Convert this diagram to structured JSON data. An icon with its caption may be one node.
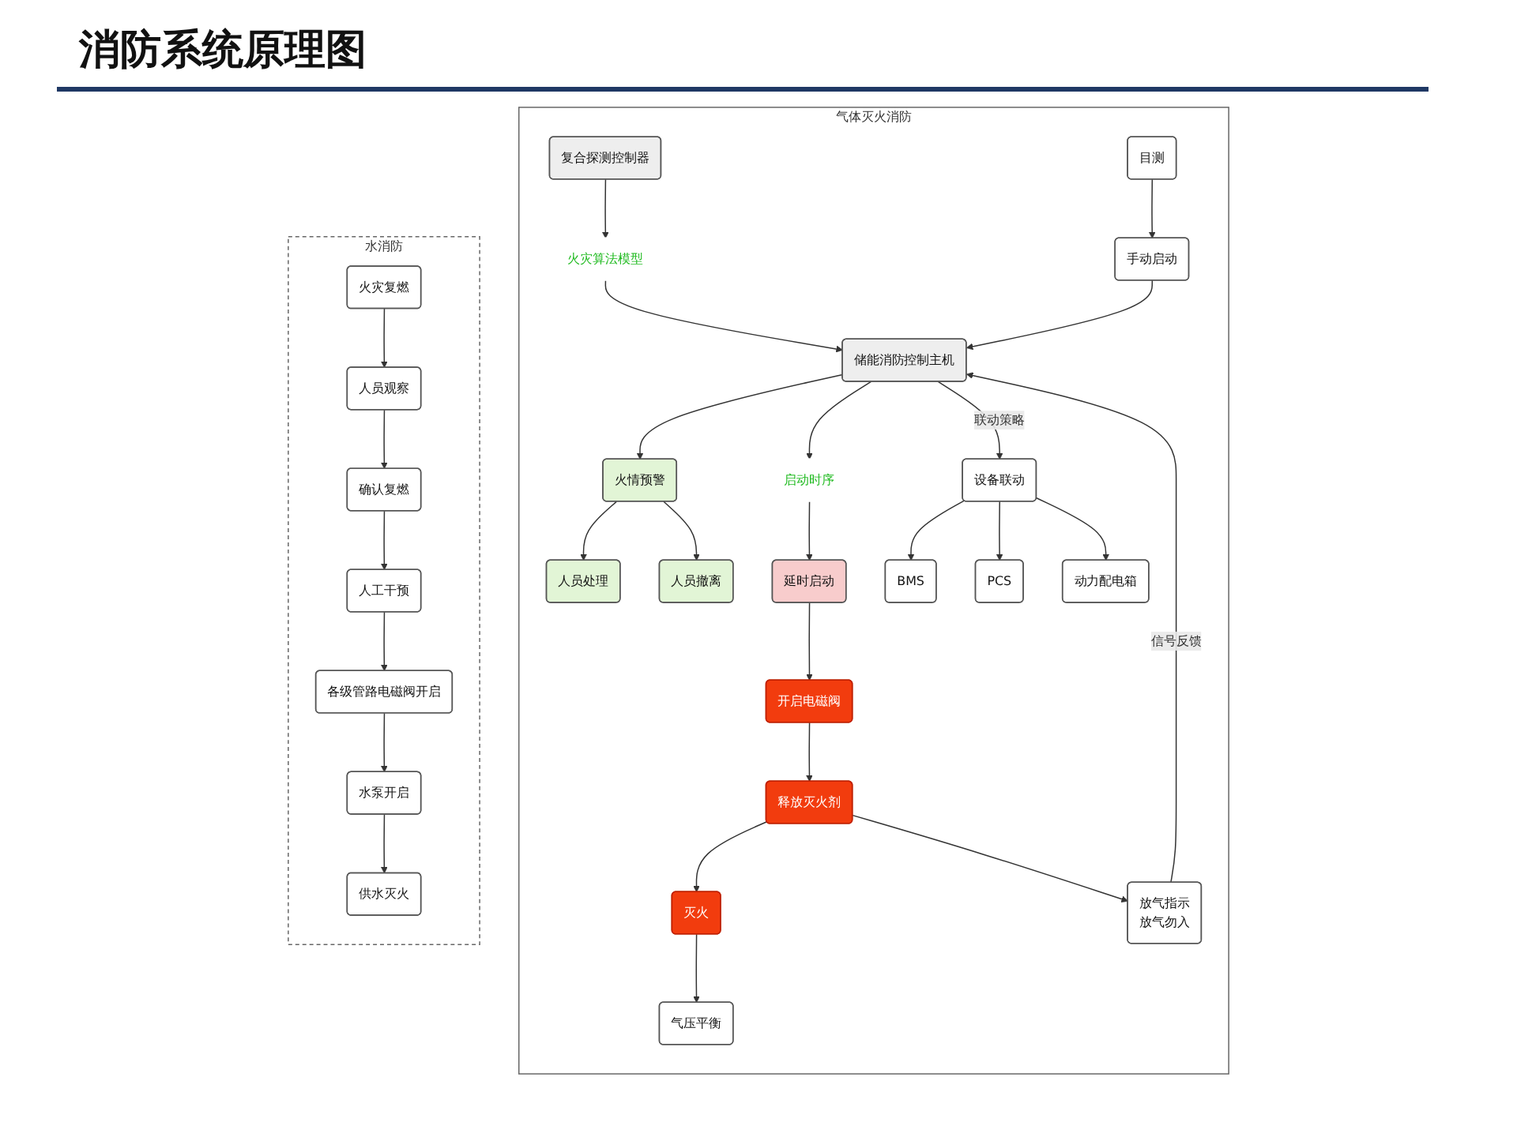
{
  "diagram": {
    "title": "消防系统原理图",
    "nodes": [
      {
        "text": [
          "气体灭火消防"
        ]
      },
      {
        "text": [
          "复合探测控制器"
        ],
        "in": 0
      },
      {
        "text": [
          "火灾算法模型"
        ],
        "in": 0
      },
      {
        "text": [
          "目测"
        ],
        "in": 0
      },
      {
        "text": [
          "手动启动"
        ],
        "in": 0
      },
      {
        "text": [
          "储能消防控制主机"
        ],
        "in": 0
      },
      {
        "text": [
          "火情预警"
        ],
        "in": 0
      },
      {
        "text": [
          "人员处理"
        ],
        "in": 0
      },
      {
        "text": [
          "人员撤离"
        ],
        "in": 0
      },
      {
        "text": [
          "启动时序"
        ],
        "in": 0
      },
      {
        "text": [
          "延时启动"
        ],
        "in": 0
      },
      {
        "text": [
          "开启电磁阀"
        ],
        "in": 0
      },
      {
        "text": [
          "释放灭火剂"
        ],
        "in": 0
      },
      {
        "text": [
          "灭火"
        ],
        "in": 0
      },
      {
        "text": [
          "设备联动"
        ],
        "in": 0
      },
      {
        "text": [
          "BMS"
        ],
        "in": 0
      },
      {
        "text": [
          "PCS"
        ],
        "in": 0
      },
      {
        "text": [
          "动力配电箱"
        ],
        "in": 0
      },
      {
        "text": [
          "放气指示",
          "放气勿入"
        ],
        "in": 0
      },
      {
        "text": [
          "气压平衡"
        ],
        "in": 0
      },
      {
        "text": [
          "水消防"
        ]
      },
      {
        "text": [
          "火灾复燃"
        ],
        "in": 20
      },
      {
        "text": [
          "人员观察"
        ],
        "in": 20
      },
      {
        "text": [
          "确认复燃"
        ],
        "in": 20
      },
      {
        "text": [
          "人工干预"
        ],
        "in": 20
      },
      {
        "text": [
          "各级管路电磁阀开启"
        ],
        "in": 20
      },
      {
        "text": [
          "水泵开启"
        ],
        "in": 20
      },
      {
        "text": [
          "供水灭火"
        ],
        "in": 20
      }
    ],
    "edges": [
      {
        "from": 1,
        "to": 2,
        "arrow": "to"
      },
      {
        "from": 2,
        "to": 5,
        "arrow": "to"
      },
      {
        "from": 3,
        "to": 4,
        "arrow": "to"
      },
      {
        "from": 4,
        "to": 5,
        "arrow": "to"
      },
      {
        "from": 5,
        "to": 6,
        "arrow": "to"
      },
      {
        "from": 6,
        "to": 7,
        "arrow": "to"
      },
      {
        "from": 6,
        "to": 8,
        "arrow": "to"
      },
      {
        "from": 5,
        "to": 9,
        "arrow": "to"
      },
      {
        "from": 9,
        "to": 10,
        "arrow": "to"
      },
      {
        "from": 10,
        "to": 11,
        "arrow": "to"
      },
      {
        "from": 11,
        "to": 12,
        "arrow": "to"
      },
      {
        "from": 12,
        "to": 13,
        "arrow": "to"
      },
      {
        "from": 12,
        "to": 18,
        "arrow": "to"
      },
      {
        "from": 13,
        "to": 19,
        "arrow": "to"
      },
      {
        "from": 5,
        "to": 14,
        "arrow": "to",
        "label": "联动策略"
      },
      {
        "from": 14,
        "to": 15,
        "arrow": "to"
      },
      {
        "from": 14,
        "to": 16,
        "arrow": "to"
      },
      {
        "from": 14,
        "to": 17,
        "arrow": "to"
      },
      {
        "from": 18,
        "to": 5,
        "arrow": "to",
        "label": "信号反馈"
      },
      {
        "from": 21,
        "to": 22,
        "arrow": "to"
      },
      {
        "from": 22,
        "to": 23,
        "arrow": "to"
      },
      {
        "from": 23,
        "to": 24,
        "arrow": "to"
      },
      {
        "from": 24,
        "to": 25,
        "arrow": "to"
      },
      {
        "from": 25,
        "to": 26,
        "arrow": "to"
      },
      {
        "from": 26,
        "to": 27,
        "arrow": "to"
      }
    ]
  }
}
